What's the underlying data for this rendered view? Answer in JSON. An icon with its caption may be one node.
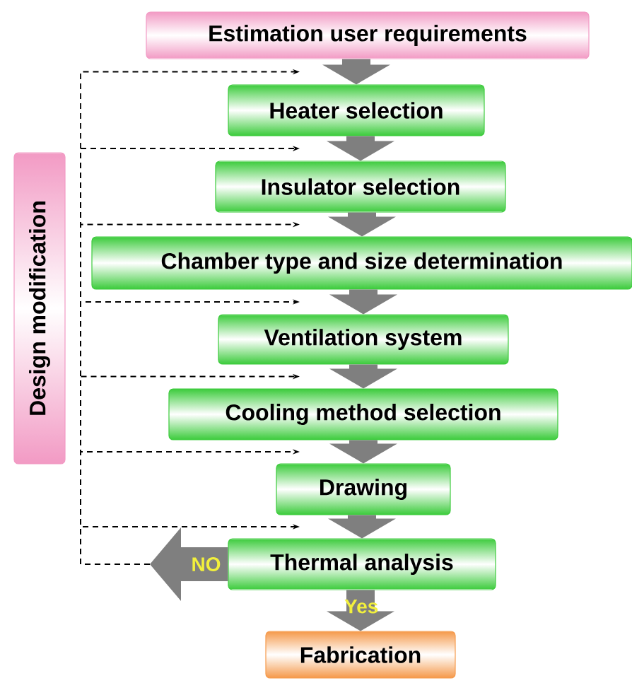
{
  "diagram": {
    "nodes": [
      {
        "text": [
          "Estimation user requirements"
        ]
      },
      {
        "text": [
          "Heater selection"
        ]
      },
      {
        "text": [
          "Insulator selection"
        ]
      },
      {
        "text": [
          "Chamber type and size determination"
        ]
      },
      {
        "text": [
          "Ventilation system"
        ]
      },
      {
        "text": [
          "Cooling method selection"
        ]
      },
      {
        "text": [
          "Drawing"
        ]
      },
      {
        "text": [
          "Thermal analysis"
        ]
      },
      {
        "text": [
          "Fabrication"
        ]
      },
      {
        "text": [
          "Design modification"
        ]
      }
    ],
    "edges": [
      {
        "from": 0,
        "to": 1,
        "arrow": "to"
      },
      {
        "from": 1,
        "to": 2,
        "arrow": "to"
      },
      {
        "from": 2,
        "to": 3,
        "arrow": "to"
      },
      {
        "from": 3,
        "to": 4,
        "arrow": "to"
      },
      {
        "from": 4,
        "to": 5,
        "arrow": "to"
      },
      {
        "from": 5,
        "to": 6,
        "arrow": "to"
      },
      {
        "from": 6,
        "to": 7,
        "arrow": "to"
      },
      {
        "from": 7,
        "to": 8,
        "arrow": "to",
        "label": "Yes"
      },
      {
        "from": 7,
        "to": null,
        "arrow": "to",
        "label": "NO"
      },
      {
        "from": null,
        "to": 1,
        "arrow": "to",
        "style": "dashed",
        "color": "#000000"
      },
      {
        "from": null,
        "to": 2,
        "arrow": "to",
        "style": "dashed",
        "color": "#000000"
      },
      {
        "from": null,
        "to": 3,
        "arrow": "to",
        "style": "dashed",
        "color": "#000000"
      },
      {
        "from": null,
        "to": 4,
        "arrow": "to",
        "style": "dashed",
        "color": "#000000"
      },
      {
        "from": null,
        "to": 5,
        "arrow": "to",
        "style": "dashed",
        "color": "#000000"
      },
      {
        "from": null,
        "to": 6,
        "arrow": "to",
        "style": "dashed",
        "color": "#000000"
      },
      {
        "from": null,
        "to": 7,
        "arrow": "to",
        "style": "dashed",
        "color": "#000000"
      }
    ]
  }
}
